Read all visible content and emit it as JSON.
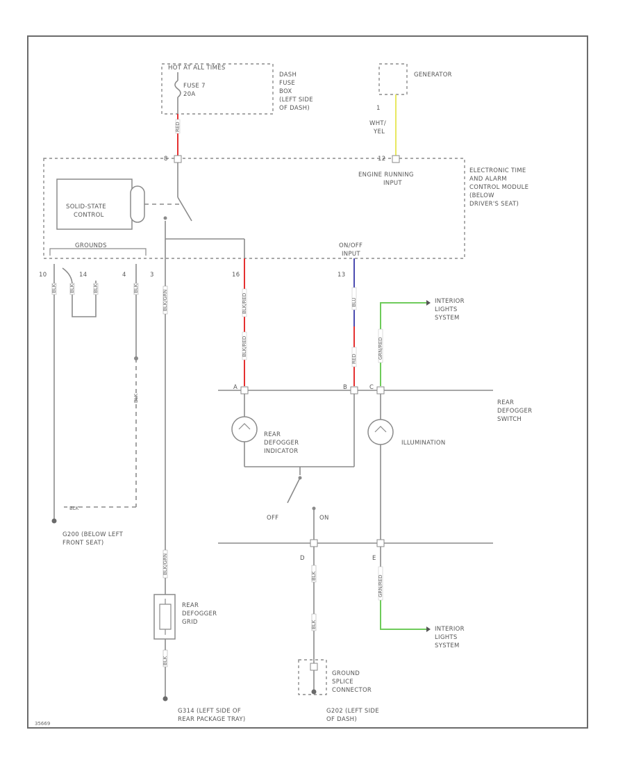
{
  "colors": {
    "red": "#e53030",
    "blue": "#4a4ab0",
    "green": "#6ecb5a",
    "yellow": "#e8e860",
    "wire": "#8a8a8a"
  },
  "fuse_box": {
    "header": "HOT AT ALL TIMES",
    "fuse": [
      "FUSE 7",
      "20A"
    ],
    "location": [
      "DASH",
      "FUSE",
      "BOX",
      "(LEFT SIDE",
      "OF DASH)"
    ]
  },
  "generator": {
    "label": "GENERATOR",
    "pin": "1",
    "wire": [
      "WHT/",
      "YEL"
    ]
  },
  "module": {
    "label": [
      "ELECTRONIC TIME",
      "AND ALARM",
      "CONTROL MODULE",
      "(BELOW",
      "DRIVER'S SEAT)"
    ],
    "engine_input": [
      "ENGINE RUNNING",
      "INPUT"
    ],
    "solid_state": [
      "SOLID-STATE",
      "CONTROL"
    ],
    "grounds": "GROUNDS",
    "on_off": [
      "ON/OFF",
      "INPUT"
    ],
    "pins": {
      "p8": "8",
      "p12": "12",
      "p10": "10",
      "p14": "14",
      "p4": "4",
      "p3": "3",
      "p16": "16",
      "p13": "13"
    }
  },
  "wires": {
    "fuse_out": "RED",
    "gnd1": "BLK",
    "gnd2": "BLK",
    "gnd3": "BLK",
    "gnd3_lower": "BLK",
    "p3_upper": "BLK/GRN",
    "p16_upper": "BLK/RED",
    "p16_lower": "BLK/RED",
    "p13_upper": "BLU",
    "p13_lower": "RED",
    "illum_in": "GRN/RED",
    "switch_out_left": "BLK",
    "switch_out_left2": "BLK",
    "illum_out": "GRN/RED",
    "grid_top": "BLK/GRN",
    "grid_bottom": "BLK",
    "gnd3_mark": "BLK",
    "ground_label": "G200"
  },
  "interior_lights": [
    "INTERIOR",
    "LIGHTS",
    "SYSTEM"
  ],
  "rear_switch": {
    "label": [
      "REAR",
      "DEFOGGER",
      "SWITCH"
    ],
    "indicator": [
      "REAR",
      "DEFOGGER",
      "INDICATOR"
    ],
    "illumination": "ILLUMINATION",
    "off": "OFF",
    "on": "ON",
    "pin_a": "A",
    "pin_b": "B",
    "pin_c": "C",
    "pin_d": "D",
    "pin_e": "E"
  },
  "left_ground": [
    "G200 (BELOW LEFT",
    "FRONT SEAT)"
  ],
  "grid": {
    "label": [
      "REAR",
      "DEFOGGER",
      "GRID"
    ],
    "ground": [
      "G314 (LEFT SIDE OF",
      "REAR PACKAGE TRAY)"
    ]
  },
  "splice": {
    "label": [
      "GROUND",
      "SPLICE",
      "CONNECTOR"
    ],
    "ground": [
      "G202 (LEFT SIDE",
      "OF DASH)"
    ]
  },
  "footer_code": "35669"
}
